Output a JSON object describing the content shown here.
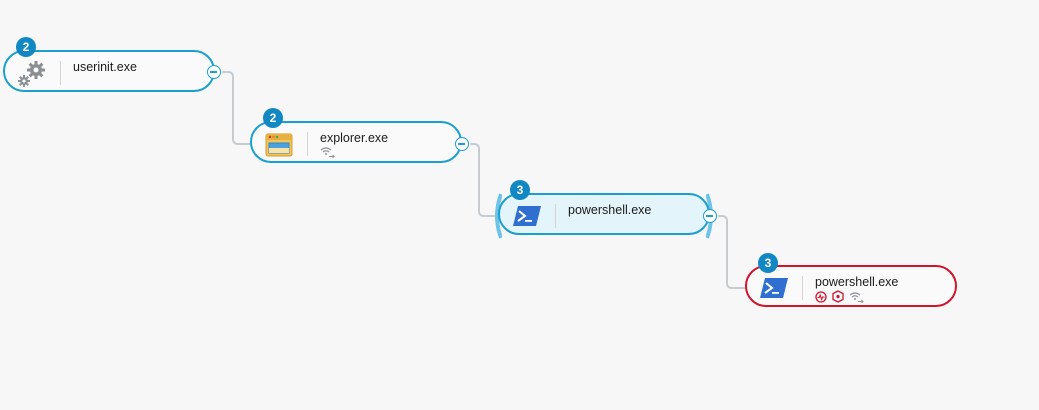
{
  "nodes": [
    {
      "name": "userinit.exe",
      "count": "2",
      "icon": "gears-icon",
      "indicators": []
    },
    {
      "name": "explorer.exe",
      "count": "2",
      "icon": "file-explorer-icon",
      "indicators": [
        "network-icon"
      ]
    },
    {
      "name": "powershell.exe",
      "count": "3",
      "icon": "powershell-icon",
      "indicators": [],
      "selected": true
    },
    {
      "name": "powershell.exe",
      "count": "3",
      "icon": "powershell-icon",
      "indicators": [
        "activity-alert-icon",
        "threat-alert-icon",
        "network-icon"
      ],
      "alert": true
    }
  ],
  "colors": {
    "node_border": "#1a9fcf",
    "alert_border": "#d0142c",
    "selected_fill": "#e4f4fb",
    "count_badge": "#1188c4",
    "edge": "#c5ccd1"
  }
}
